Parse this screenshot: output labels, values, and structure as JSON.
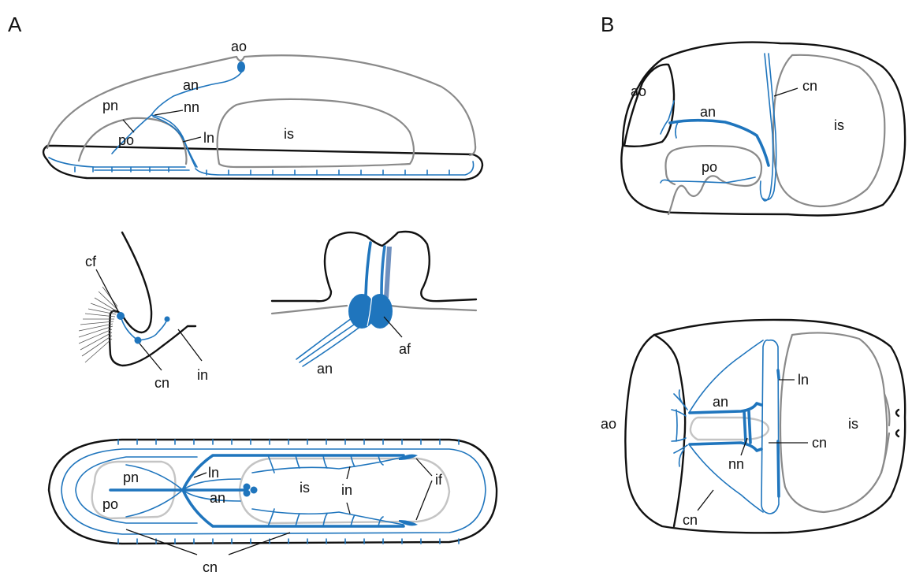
{
  "colors": {
    "nerve": "#1f75bd",
    "outline": "#111111",
    "organ": "#8a8a8a",
    "organ_light": "#c4c4c4"
  },
  "panels": {
    "a": "A",
    "b": "B"
  },
  "a_top": {
    "ao": "ao",
    "an": "an",
    "pn": "pn",
    "nn": "nn",
    "po": "po",
    "ln": "ln",
    "is": "is"
  },
  "a_mid_left": {
    "cf": "cf",
    "cn": "cn",
    "in": "in"
  },
  "a_mid_right": {
    "an": "an",
    "af": "af"
  },
  "a_bottom": {
    "pn": "pn",
    "po": "po",
    "ln": "ln",
    "an": "an",
    "is": "is",
    "in": "in",
    "if": "if",
    "cn": "cn"
  },
  "b_top": {
    "ao": "ao",
    "an": "an",
    "cn": "cn",
    "is": "is",
    "po": "po"
  },
  "b_bottom": {
    "ao": "ao",
    "an": "an",
    "ln": "ln",
    "is": "is",
    "cn_right": "cn",
    "nn": "nn",
    "cn_bottom": "cn"
  }
}
